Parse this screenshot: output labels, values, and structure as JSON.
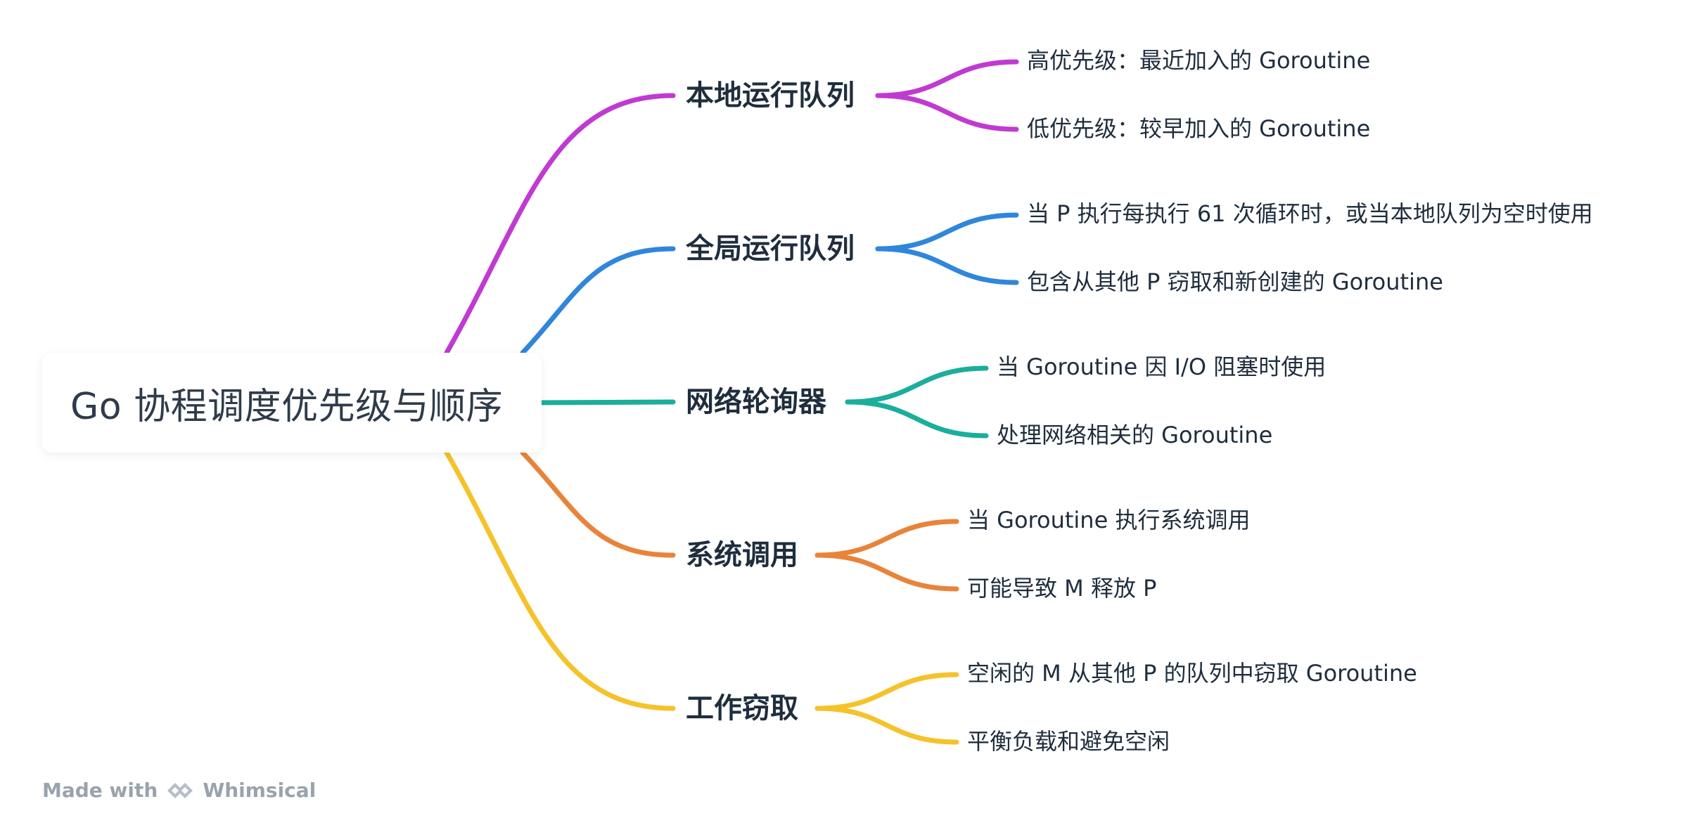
{
  "root": {
    "title": "Go 协程调度优先级与顺序"
  },
  "branches": [
    {
      "label": "本地运行队列",
      "color": "#c03ad1",
      "children": [
        "高优先级：最近加入的 Goroutine",
        "低优先级：较早加入的 Goroutine"
      ]
    },
    {
      "label": "全局运行队列",
      "color": "#2f86dc",
      "children": [
        "当 P 执行每执行 61 次循环时，或当本地队列为空时使用",
        "包含从其他 P 窃取和新创建的 Goroutine"
      ]
    },
    {
      "label": "网络轮询器",
      "color": "#1aae9b",
      "children": [
        "当 Goroutine 因 I/O 阻塞时使用",
        "处理网络相关的 Goroutine"
      ]
    },
    {
      "label": "系统调用",
      "color": "#e8843a",
      "children": [
        "当 Goroutine 执行系统调用",
        "可能导致 M 释放 P"
      ]
    },
    {
      "label": "工作窃取",
      "color": "#f5c22a",
      "children": [
        "空闲的 M 从其他 P 的队列中窃取 Goroutine",
        "平衡负载和避免空闲"
      ]
    }
  ],
  "footer": {
    "made_with": "Made with",
    "brand": "Whimsical",
    "logo_icon": "whimsical-logo-icon"
  }
}
